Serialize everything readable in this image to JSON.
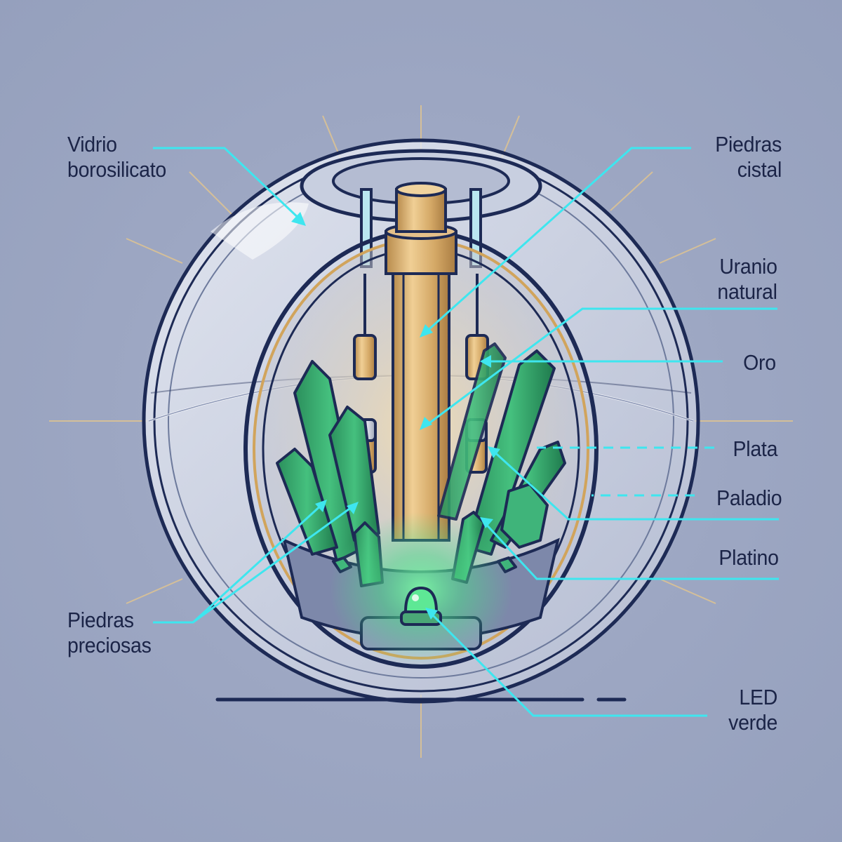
{
  "diagram": {
    "subject": "Glass sphere device with gold central column, green crystals and green LED",
    "colors": {
      "background": "#9ca6c2",
      "label_text": "#1b2447",
      "leader_line": "#3ee6ef",
      "outline": "#1d2a55",
      "gold": "#d4a866",
      "crystal_green": "#2fa46a",
      "led_glow": "#56e38a",
      "glass": "#dfe4ef"
    },
    "labels": {
      "left": [
        {
          "id": "vidrio",
          "line1": "Vidrio",
          "line2": "borosilicato"
        },
        {
          "id": "piedras-preciosas",
          "line1": "Piedras",
          "line2": "preciosas"
        }
      ],
      "right": [
        {
          "id": "piedras-cistal",
          "line1": "Piedras",
          "line2": "cistal"
        },
        {
          "id": "uranio",
          "line1": "Uranio",
          "line2": "natural"
        },
        {
          "id": "oro",
          "line1": "Oro",
          "line2": ""
        },
        {
          "id": "plata",
          "line1": "Plata",
          "line2": ""
        },
        {
          "id": "paladio",
          "line1": "Paladio",
          "line2": ""
        },
        {
          "id": "platino",
          "line1": "Platino",
          "line2": ""
        },
        {
          "id": "led",
          "line1": "LED",
          "line2": "verde"
        }
      ]
    }
  }
}
